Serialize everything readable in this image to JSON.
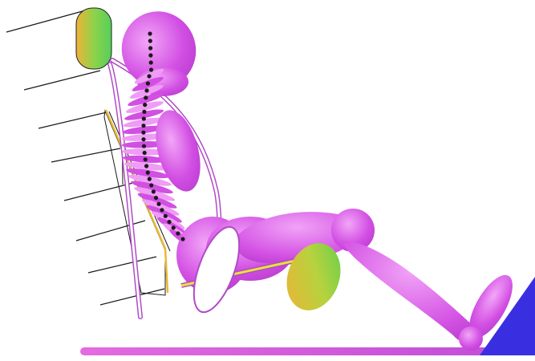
{
  "figure": {
    "subject": "seated-occupant-model",
    "colors": {
      "body": "#d24fe3",
      "body_light": "#ee9cf5",
      "body_dark": "#a92cc0",
      "seat_outline": "#1a1a1a",
      "seat_belt": "#e8b936",
      "contact_gradient_start": "#f0b236",
      "contact_gradient_end": "#6fcf4a",
      "floor": "#e46be0",
      "footrest": "#3a2fe0",
      "spine_dots": "#1a1a1a",
      "harness_outline": "#b04bc7"
    },
    "spring_lines": 8,
    "spine_dot_count": 26
  }
}
